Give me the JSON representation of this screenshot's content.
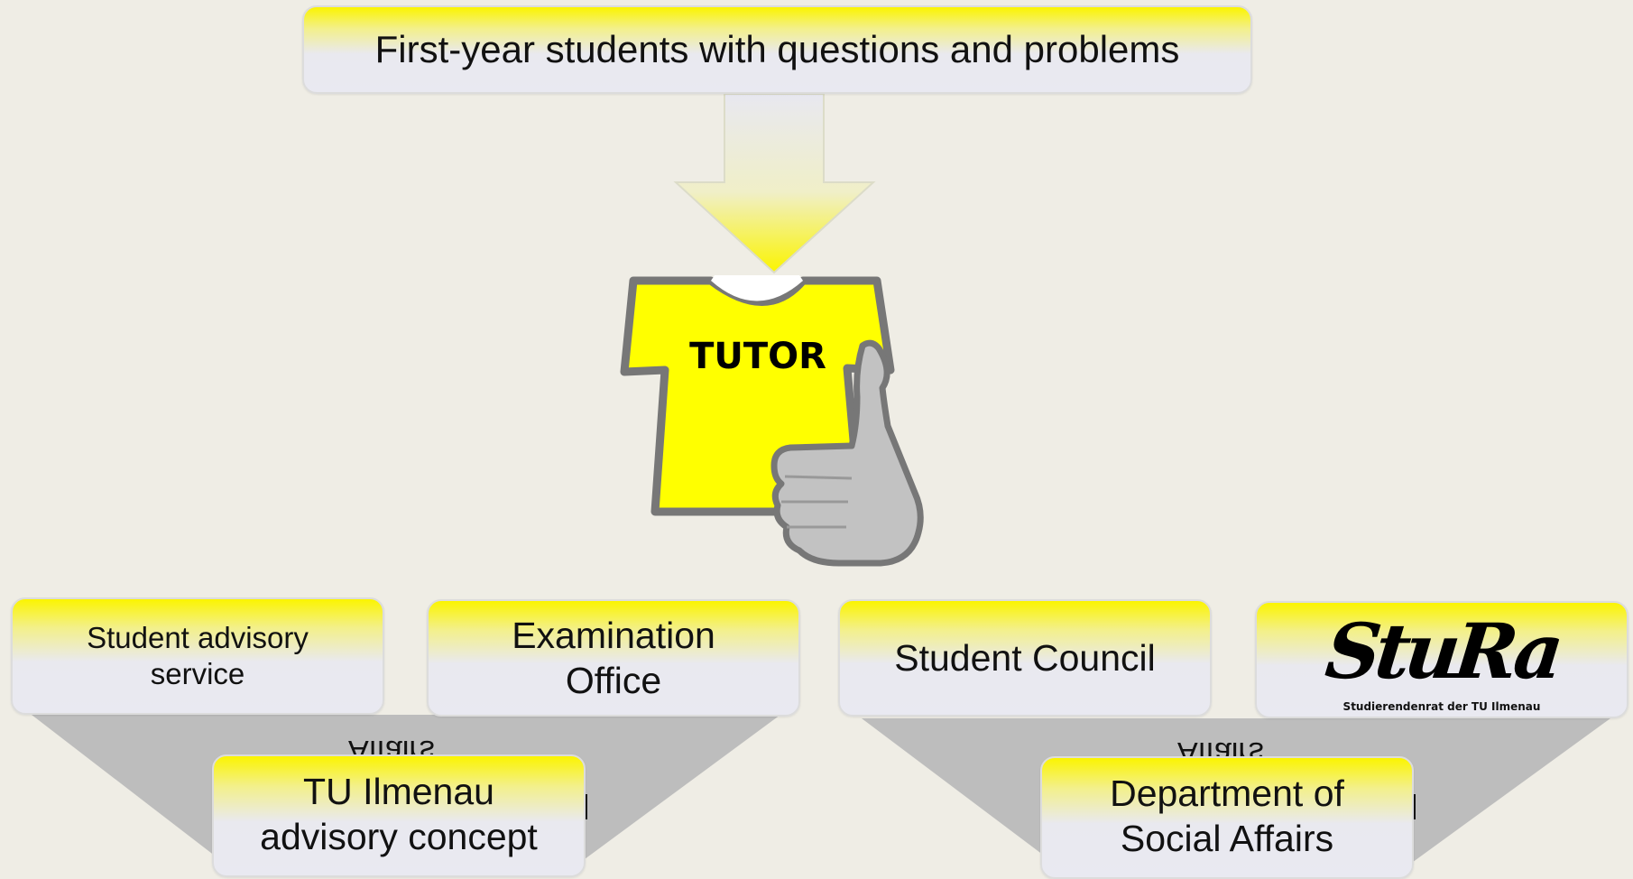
{
  "top": {
    "text": "First-year students with questions and problems"
  },
  "tutor": {
    "label": "TUTOR"
  },
  "left_group": {
    "advisory_service": {
      "line1": "Student advisory",
      "line2": "service"
    },
    "examination_office": {
      "line1": "Examination",
      "line2": "Office"
    },
    "concept": {
      "line1": "TU Ilmenau",
      "line2": "advisory concept"
    },
    "mirrored_text": "Affairs"
  },
  "right_group": {
    "student_council": {
      "text": "Student Council"
    },
    "stura": {
      "logo_text": "StuRa",
      "subtitle": "Studierendenrat der TU Ilmenau"
    },
    "social_affairs": {
      "line1": "Department of",
      "line2": "Social Affairs"
    },
    "mirrored_text": "Affairs"
  },
  "colors": {
    "yellow": "#fbf400",
    "box_light": "#e9e9f1",
    "funnel_gray": "#bdbdbd",
    "shirt_yellow": "#ffff00",
    "outline_gray": "#777777",
    "background": "#efede5"
  }
}
